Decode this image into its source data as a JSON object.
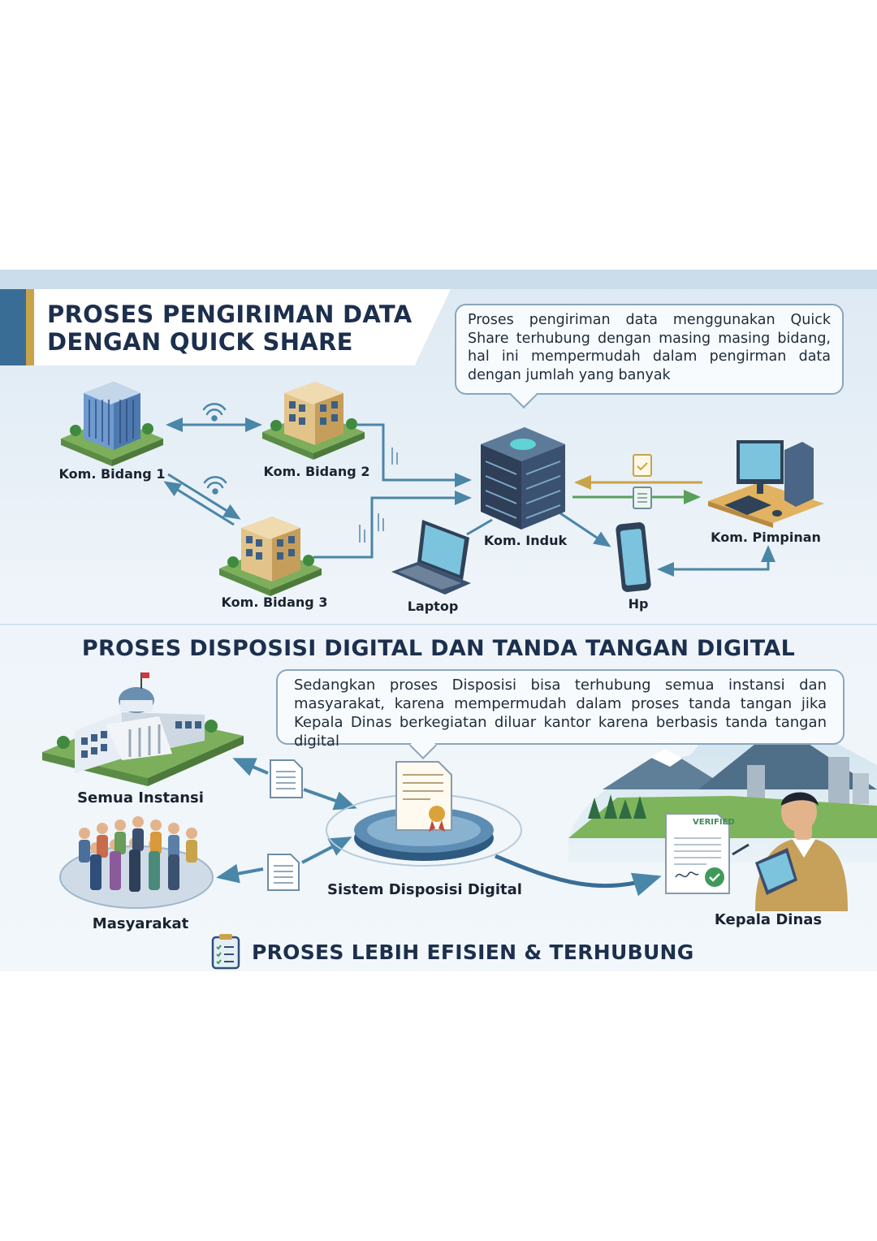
{
  "section1": {
    "title": "PROSES PENGIRIMAN DATA DENGAN QUICK SHARE",
    "callout": "Proses pengiriman data menggunakan Quick Share terhubung dengan masing masing bidang, hal ini mempermudah dalam pengirman data dengan jumlah yang banyak",
    "nodes": {
      "bidang1": "Kom. Bidang 1",
      "bidang2": "Kom. Bidang 2",
      "bidang3": "Kom. Bidang 3",
      "induk": "Kom. Induk",
      "pimpinan": "Kom. Pimpinan",
      "laptop": "Laptop",
      "hp": "Hp"
    }
  },
  "section2": {
    "title": "PROSES DISPOSISI DIGITAL DAN TANDA TANGAN DIGITAL",
    "callout": "Sedangkan proses Disposisi bisa terhubung semua instansi dan masyarakat, karena mempermudah dalam proses tanda tangan jika Kepala Dinas berkegiatan diluar kantor karena berbasis tanda tangan digital",
    "nodes": {
      "instansi": "Semua Instansi",
      "masyarakat": "Masyarakat",
      "sistem": "Sistem Disposisi Digital",
      "kepala": "Kepala Dinas"
    },
    "verified_stamp": "VERIFIED"
  },
  "footer": {
    "text": "PROSES LEBIH EFISIEN & TERHUBUNG"
  },
  "colors": {
    "navy": "#1c2f4d",
    "steel": "#3a6d96",
    "gold": "#c9a349",
    "arrow": "#4a86a8",
    "green": "#5aa05a"
  }
}
